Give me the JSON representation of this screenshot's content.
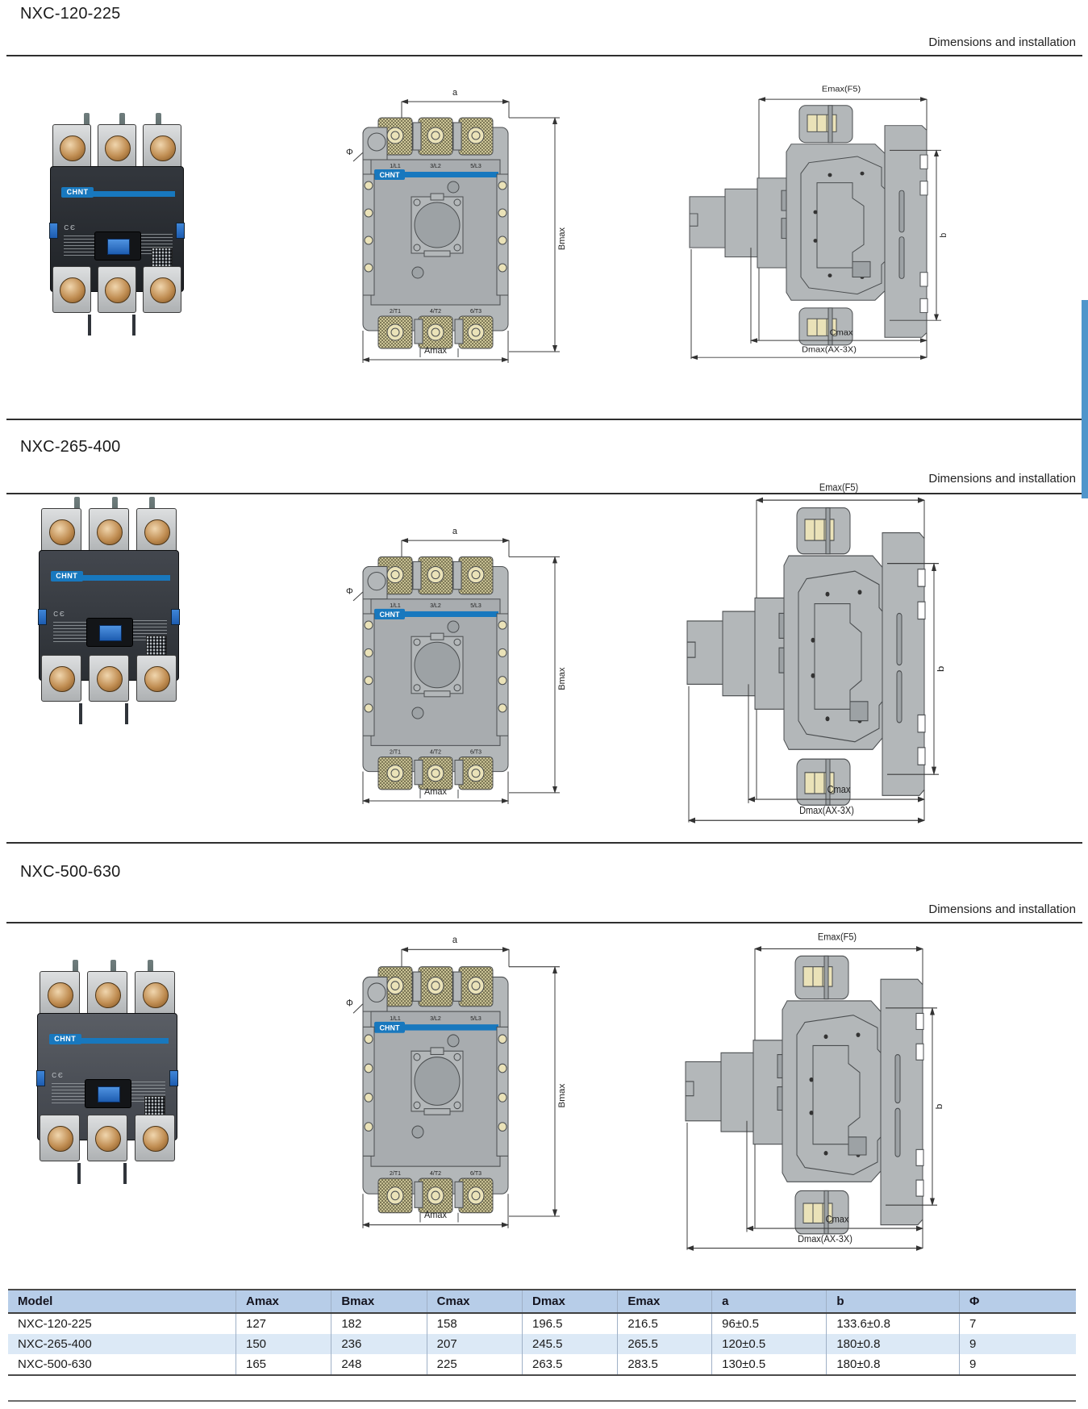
{
  "sections": [
    {
      "title": "NXC-120-225",
      "header": "Dimensions and installation"
    },
    {
      "title": "NXC-265-400",
      "header": "Dimensions and installation"
    },
    {
      "title": "NXC-500-630",
      "header": "Dimensions and installation"
    }
  ],
  "drawing": {
    "brand": "CHNT",
    "dim_a": "a",
    "dim_phi": "Φ",
    "dim_bmax": "Bmax",
    "dim_amax": "Amax",
    "dim_emax": "Emax(F5)",
    "dim_b": "b",
    "dim_cmax": "Cmax",
    "dim_dmax": "Dmax(AX-3X)",
    "terminals_top": [
      "1/L1",
      "3/L2",
      "5/L3"
    ],
    "terminals_bottom": [
      "2/T1",
      "4/T2",
      "6/T3"
    ]
  },
  "accent_colors": {
    "brand_blue": "#1878be",
    "edge_tab_blue": "#4f95cb",
    "table_header_blue": "#b7cde8",
    "table_stripe_blue": "#dce9f6"
  },
  "table": {
    "headers": [
      "Model",
      "Amax",
      "Bmax",
      "Cmax",
      "Dmax",
      "Emax",
      "a",
      "b",
      "Φ"
    ],
    "rows": [
      [
        "NXC-120-225",
        "127",
        "182",
        "158",
        "196.5",
        "216.5",
        "96±0.5",
        "133.6±0.8",
        "7"
      ],
      [
        "NXC-265-400",
        "150",
        "236",
        "207",
        "245.5",
        "265.5",
        "120±0.5",
        "180±0.8",
        "9"
      ],
      [
        "NXC-500-630",
        "165",
        "248",
        "225",
        "263.5",
        "283.5",
        "130±0.5",
        "180±0.8",
        "9"
      ]
    ]
  }
}
